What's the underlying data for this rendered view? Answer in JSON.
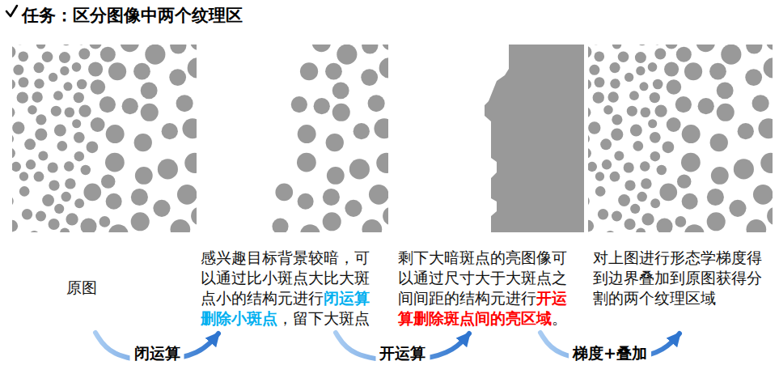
{
  "diagram": {
    "title": "任务：区分图像中两个纹理区",
    "nodes": [
      {
        "text": [
          "原图"
        ]
      },
      {
        "text": [
          "感兴趣目标背景较暗，可以通过比小斑点大比大斑点小的结构元进行",
          "闭运算删除小斑点",
          "，留下大斑点"
        ]
      },
      {
        "text": [
          "剩下大暗斑点的亮图像可以通过尺寸大于大斑点之间间距的结构元进行",
          "开运算删除斑点间的亮区域",
          "。"
        ]
      },
      {
        "text": [
          "对上图进行形态学梯度得到边界叠加到原图获得分割的两个纹理区域"
        ]
      }
    ],
    "edges": [
      {
        "from": 0,
        "to": 1,
        "arrow": "to",
        "label": "闭运算"
      },
      {
        "from": 1,
        "to": 2,
        "arrow": "to",
        "label": "开运算"
      },
      {
        "from": 2,
        "to": 3,
        "arrow": "to",
        "label": "梯度+叠加"
      }
    ]
  }
}
